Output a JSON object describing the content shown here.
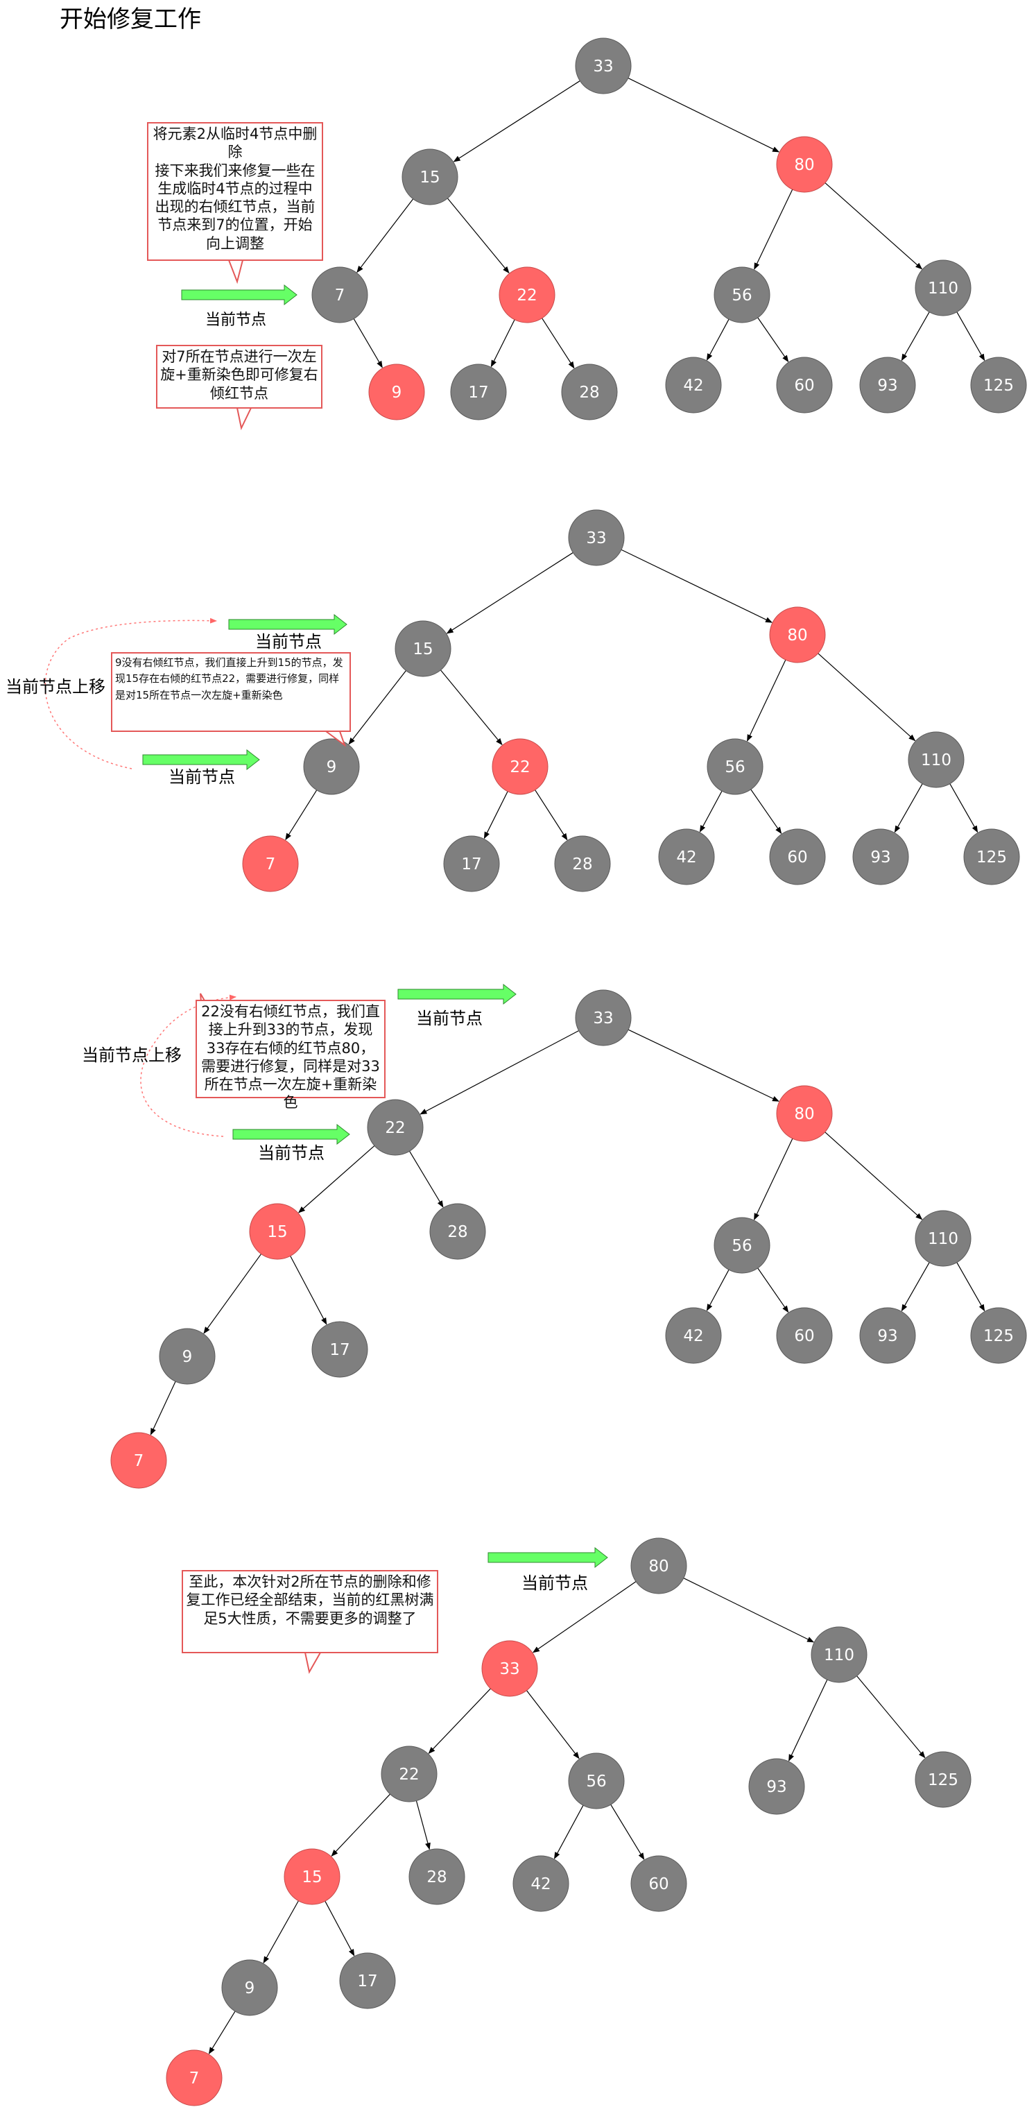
{
  "title": "开始修复工作",
  "colors": {
    "black_node": "#7f7f7f",
    "red_node": "#ff6666",
    "arrow": "#66ff66",
    "note_border": "#e45858"
  },
  "current_node_label": "当前节点",
  "move_up_label": "当前节点上移",
  "notes": [
    "将元素2从临时4节点中删除\n接下来我们来修复一些在生成临时4节点的过程中出现的右倾红节点，当前节点来到7的位置，开始向上调整",
    "对7所在节点进行一次左旋+重新染色即可修复右倾红节点",
    "9没有右倾红节点，我们直接上升到15的节点，发现15存在右倾的红节点22，需要进行修复，同样是对15所在节点一次左旋+重新染色",
    "22没有右倾红节点，我们直接上升到33的节点，发现33存在右倾的红节点80，需要进行修复，同样是对33所在节点一次左旋+重新染色",
    "至此，本次针对2所在节点的删除和修复工作已经全部结束，当前的红黑树满足5大性质，不需要更多的调整了"
  ],
  "trees": [
    {
      "nodes": [
        {
          "id": "33",
          "c": "b"
        },
        {
          "id": "15",
          "c": "b"
        },
        {
          "id": "80",
          "c": "r"
        },
        {
          "id": "7",
          "c": "b"
        },
        {
          "id": "22",
          "c": "r"
        },
        {
          "id": "9",
          "c": "r"
        },
        {
          "id": "17",
          "c": "b"
        },
        {
          "id": "28",
          "c": "b"
        },
        {
          "id": "56",
          "c": "b"
        },
        {
          "id": "110",
          "c": "b"
        },
        {
          "id": "42",
          "c": "b"
        },
        {
          "id": "60",
          "c": "b"
        },
        {
          "id": "93",
          "c": "b"
        },
        {
          "id": "125",
          "c": "b"
        }
      ],
      "edges": [
        [
          "33",
          "15"
        ],
        [
          "33",
          "80"
        ],
        [
          "15",
          "7"
        ],
        [
          "15",
          "22"
        ],
        [
          "7",
          "9"
        ],
        [
          "22",
          "17"
        ],
        [
          "22",
          "28"
        ],
        [
          "80",
          "56"
        ],
        [
          "80",
          "110"
        ],
        [
          "56",
          "42"
        ],
        [
          "56",
          "60"
        ],
        [
          "110",
          "93"
        ],
        [
          "110",
          "125"
        ]
      ]
    },
    {
      "nodes": [
        {
          "id": "33",
          "c": "b"
        },
        {
          "id": "15",
          "c": "b"
        },
        {
          "id": "80",
          "c": "r"
        },
        {
          "id": "9",
          "c": "b"
        },
        {
          "id": "22",
          "c": "r"
        },
        {
          "id": "7",
          "c": "r"
        },
        {
          "id": "17",
          "c": "b"
        },
        {
          "id": "28",
          "c": "b"
        },
        {
          "id": "56",
          "c": "b"
        },
        {
          "id": "110",
          "c": "b"
        },
        {
          "id": "42",
          "c": "b"
        },
        {
          "id": "60",
          "c": "b"
        },
        {
          "id": "93",
          "c": "b"
        },
        {
          "id": "125",
          "c": "b"
        }
      ],
      "edges": [
        [
          "33",
          "15"
        ],
        [
          "33",
          "80"
        ],
        [
          "15",
          "9"
        ],
        [
          "15",
          "22"
        ],
        [
          "9",
          "7"
        ],
        [
          "22",
          "17"
        ],
        [
          "22",
          "28"
        ],
        [
          "80",
          "56"
        ],
        [
          "80",
          "110"
        ],
        [
          "56",
          "42"
        ],
        [
          "56",
          "60"
        ],
        [
          "110",
          "93"
        ],
        [
          "110",
          "125"
        ]
      ]
    },
    {
      "nodes": [
        {
          "id": "33",
          "c": "b"
        },
        {
          "id": "22",
          "c": "b"
        },
        {
          "id": "80",
          "c": "r"
        },
        {
          "id": "15",
          "c": "r"
        },
        {
          "id": "28",
          "c": "b"
        },
        {
          "id": "9",
          "c": "b"
        },
        {
          "id": "17",
          "c": "b"
        },
        {
          "id": "7",
          "c": "r"
        },
        {
          "id": "56",
          "c": "b"
        },
        {
          "id": "110",
          "c": "b"
        },
        {
          "id": "42",
          "c": "b"
        },
        {
          "id": "60",
          "c": "b"
        },
        {
          "id": "93",
          "c": "b"
        },
        {
          "id": "125",
          "c": "b"
        }
      ],
      "edges": [
        [
          "33",
          "22"
        ],
        [
          "33",
          "80"
        ],
        [
          "22",
          "15"
        ],
        [
          "22",
          "28"
        ],
        [
          "15",
          "9"
        ],
        [
          "15",
          "17"
        ],
        [
          "9",
          "7"
        ],
        [
          "80",
          "56"
        ],
        [
          "80",
          "110"
        ],
        [
          "56",
          "42"
        ],
        [
          "56",
          "60"
        ],
        [
          "110",
          "93"
        ],
        [
          "110",
          "125"
        ]
      ]
    },
    {
      "nodes": [
        {
          "id": "80",
          "c": "b"
        },
        {
          "id": "33",
          "c": "r"
        },
        {
          "id": "110",
          "c": "b"
        },
        {
          "id": "22",
          "c": "b"
        },
        {
          "id": "56",
          "c": "b"
        },
        {
          "id": "93",
          "c": "b"
        },
        {
          "id": "125",
          "c": "b"
        },
        {
          "id": "15",
          "c": "r"
        },
        {
          "id": "28",
          "c": "b"
        },
        {
          "id": "42",
          "c": "b"
        },
        {
          "id": "60",
          "c": "b"
        },
        {
          "id": "9",
          "c": "b"
        },
        {
          "id": "17",
          "c": "b"
        },
        {
          "id": "7",
          "c": "r"
        }
      ],
      "edges": [
        [
          "80",
          "33"
        ],
        [
          "80",
          "110"
        ],
        [
          "33",
          "22"
        ],
        [
          "33",
          "56"
        ],
        [
          "110",
          "93"
        ],
        [
          "110",
          "125"
        ],
        [
          "22",
          "15"
        ],
        [
          "22",
          "28"
        ],
        [
          "56",
          "42"
        ],
        [
          "56",
          "60"
        ],
        [
          "15",
          "9"
        ],
        [
          "15",
          "17"
        ],
        [
          "9",
          "7"
        ]
      ]
    }
  ]
}
